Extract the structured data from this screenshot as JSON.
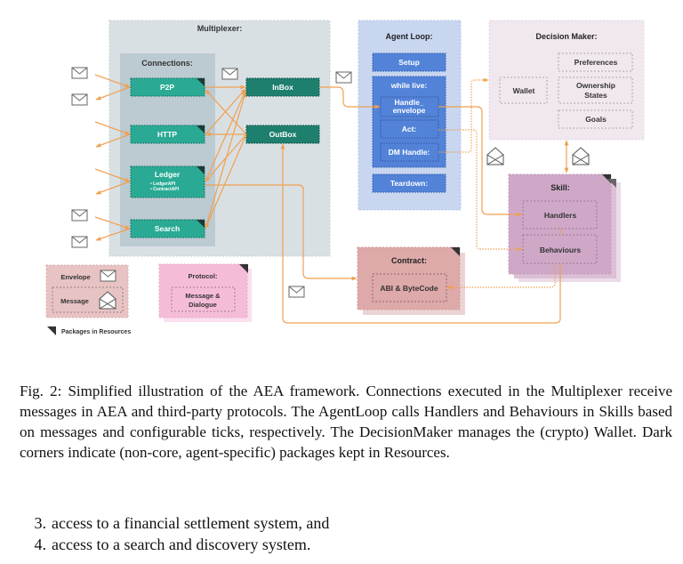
{
  "figure": {
    "multiplexer": {
      "title": "Multiplexer:",
      "connections_title": "Connections:",
      "connections": [
        {
          "label": "P2P",
          "sublabels": []
        },
        {
          "label": "HTTP",
          "sublabels": []
        },
        {
          "label": "Ledger",
          "sublabels": [
            "• LedgerAPI",
            "• ContractAPI"
          ]
        },
        {
          "label": "Search",
          "sublabels": []
        }
      ],
      "inbox": "InBox",
      "outbox": "OutBox"
    },
    "agent_loop": {
      "title": "Agent Loop:",
      "setup": "Setup",
      "while_live": "while live:",
      "handle_envelope_1": "Handle_",
      "handle_envelope_2": "envelope",
      "act": "Act:",
      "dm_handle": "DM Handle:",
      "teardown": "Teardown:"
    },
    "decision_maker": {
      "title": "Decision Maker:",
      "wallet": "Wallet",
      "preferences": "Preferences",
      "ownership_1": "Ownership",
      "ownership_2": "States",
      "goals": "Goals"
    },
    "skill": {
      "title": "Skill:",
      "handlers": "Handlers",
      "behaviours": "Behaviours"
    },
    "contract": {
      "title": "Contract:",
      "content": "ABI & ByteCode"
    },
    "legend": {
      "envelope": "Envelope",
      "message": "Message",
      "protocol_title": "Protocol:",
      "protocol_content_1": "Message &",
      "protocol_content_2": "Dialogue",
      "packages": "Packages in Resources"
    },
    "colors": {
      "arrow": "#f0a050",
      "connection": "#2aaa95",
      "inbox": "#1f7f6e",
      "agent_loop_bg": "#c8d6f0",
      "agent_loop_block": "#5283d8",
      "multiplexer_bg": "#d9e0e4",
      "connections_bg": "#bccad2",
      "decision_maker_bg": "#f1e7ee",
      "skill_bg": "#cfa8c8",
      "contract_bg": "#dea9a9",
      "protocol_bg": "#f5bcd8",
      "envelope_bg": "#e8c3c3"
    }
  },
  "caption": "Fig. 2: Simplified illustration of the AEA framework. Connections executed in the Multiplexer receive messages in AEA and third-party protocols. The AgentLoop calls Handlers and Behaviours in Skills based on messages and configurable ticks, respectively. The DecisionMaker manages the (crypto) Wallet. Dark corners indicate (non-core, agent-specific) packages kept in Resources.",
  "list": [
    {
      "num": "3.",
      "text": "access to a financial settlement system, and"
    },
    {
      "num": "4.",
      "text": "access to a search and discovery system."
    }
  ]
}
